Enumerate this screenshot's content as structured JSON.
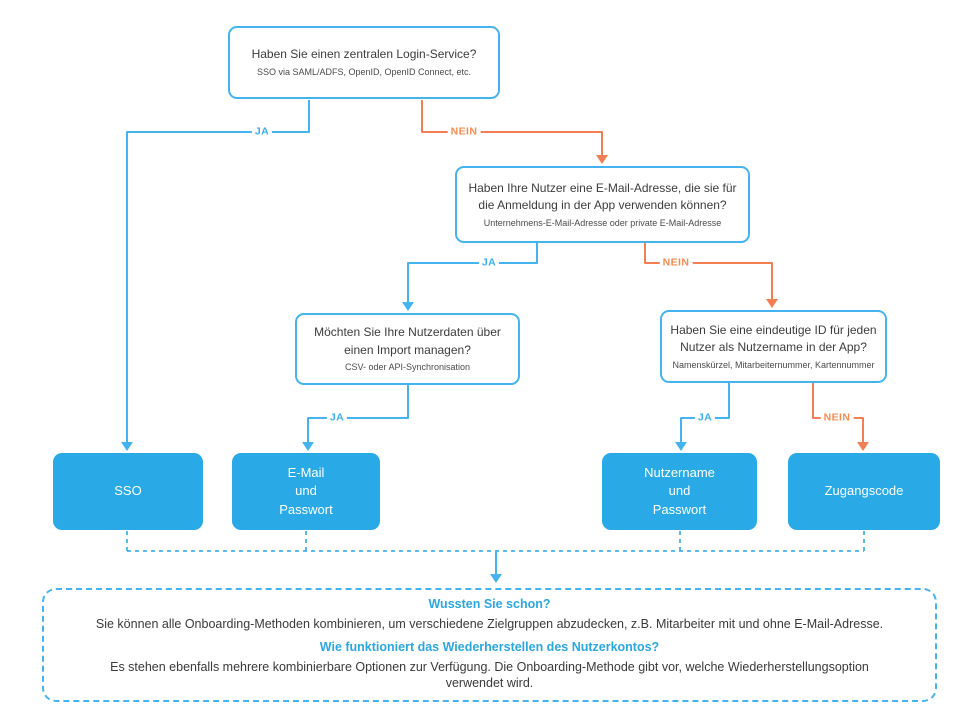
{
  "nodes": {
    "q1": {
      "title": "Haben Sie einen zentralen Login-Service?",
      "subtitle": "SSO via SAML/ADFS, OpenID, OpenID Connect, etc."
    },
    "q2": {
      "title": "Haben Ihre Nutzer eine E-Mail-Adresse, die sie für\ndie Anmeldung in der App verwenden können?",
      "subtitle": "Unternehmens-E-Mail-Adresse oder private E-Mail-Adresse"
    },
    "q3": {
      "title": "Möchten Sie Ihre Nutzerdaten über\neinen Import managen?",
      "subtitle": "CSV- oder API-Synchronisation"
    },
    "q4": {
      "title": "Haben Sie eine eindeutige ID für jeden\nNutzer als Nutzername in der App?",
      "subtitle": "Namenskürzel, Mitarbeiternummer, Kartennummer"
    },
    "sso": {
      "label": "SSO"
    },
    "email_passwort": {
      "label": "E-Mail\nund\nPasswort"
    },
    "nutzername_passwort": {
      "label": "Nutzername\nund\nPasswort"
    },
    "zugangscode": {
      "label": "Zugangscode"
    }
  },
  "edges": [
    {
      "from": "q1",
      "to": "sso",
      "label": "JA"
    },
    {
      "from": "q1",
      "to": "q2",
      "label": "NEIN"
    },
    {
      "from": "q2",
      "to": "q3",
      "label": "JA"
    },
    {
      "from": "q2",
      "to": "q4",
      "label": "NEIN"
    },
    {
      "from": "q3",
      "to": "email_passwort",
      "label": "JA"
    },
    {
      "from": "q4",
      "to": "nutzername_passwort",
      "label": "JA"
    },
    {
      "from": "q4",
      "to": "zugangscode",
      "label": "NEIN"
    }
  ],
  "info": {
    "heading1": "Wussten Sie schon?",
    "body1": "Sie können alle Onboarding-Methoden kombinieren, um verschiedene Zielgruppen abzudecken, z.B. Mitarbeiter mit und ohne E-Mail-Adresse.",
    "heading2": "Wie funktioniert das Wiederherstellen des Nutzerkontos?",
    "body2": "Es stehen ebenfalls mehrere kombinierbare Optionen zur Verfügung. Die Onboarding-Methode gibt vor, welche Wiederherstellungsoption\nverwendet wird."
  },
  "colors": {
    "blue_fill": "#29a9e6",
    "blue_line": "#45b3ef",
    "orange_line": "#f47e53",
    "ja_label": "#38aff0",
    "nein_label": "#f78c52",
    "heading_blue": "#2ba7e0",
    "text_dark": "#3c3c3c"
  }
}
